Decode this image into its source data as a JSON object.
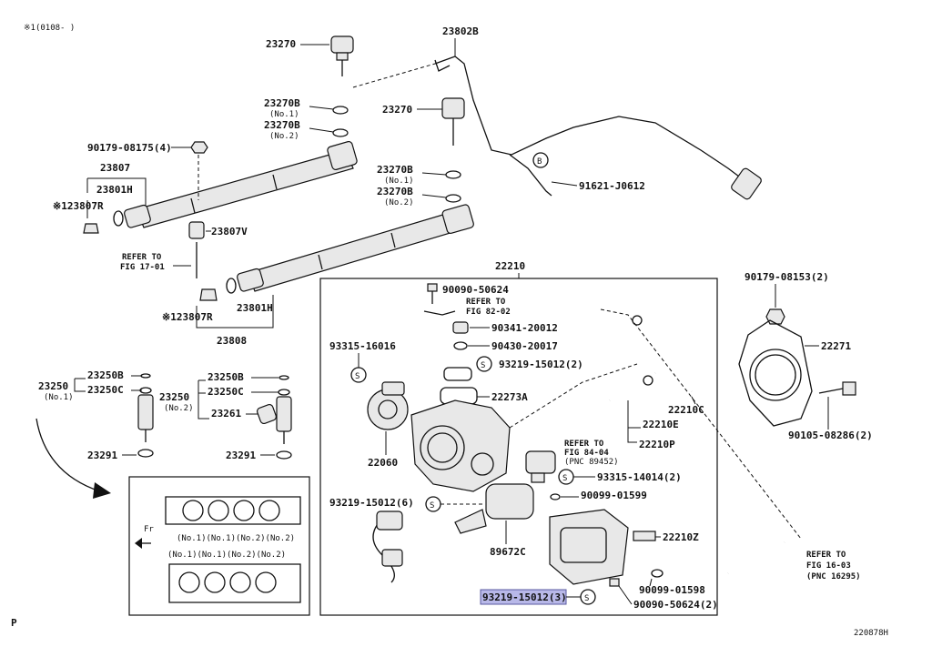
{
  "header": {
    "note": "※1(0108-     )"
  },
  "footer": {
    "corner_mark": "P",
    "diagram_id": "220878H"
  },
  "labels": {
    "l23270a": "23270",
    "l23802b": "23802B",
    "l23270b_no1": "23270B",
    "no1_a": "(No.1)",
    "l23270b_no2": "23270B",
    "no2_a": "(No.2)",
    "l23270c": "23270",
    "l23270b_no1b": "23270B",
    "no1_b": "(No.1)",
    "l23270b_no2b": "23270B",
    "no2_b": "(No.2)",
    "l90179_08175": "90179-08175(4)",
    "l23807": "23807",
    "l23801h_a": "23801H",
    "l23807r_a": "※123807R",
    "l23807v": "23807V",
    "refer17_1": "REFER TO",
    "refer17_2": "FIG 17-01",
    "l23801h_b": "23801H",
    "l23807r_b": "※123807R",
    "l23808": "23808",
    "l91621": "91621-J0612",
    "l22210": "22210",
    "l90090_50624": "90090-50624",
    "refer82_1": "REFER TO",
    "refer82_2": "FIG 82-02",
    "l90341": "90341-20012",
    "l90430": "90430-20017",
    "l93315_16016": "93315-16016",
    "l93219_15012_2": "93219-15012(2)",
    "l22273a": "22273A",
    "l22060": "22060",
    "refer84_1": "REFER TO",
    "refer84_2": "FIG 84-04",
    "refer84_3": "(PNC 89452)",
    "l93315_14014": "93315-14014(2)",
    "l93219_15012_6": "93219-15012(6)",
    "l90099_01599": "90099-01599",
    "l89672c": "89672C",
    "l22210z": "22210Z",
    "l90099_01598": "90099-01598",
    "l93219_15012_3": "93219-15012(3)",
    "l90090_50624_2": "90090-50624(2)",
    "l90179_08153": "90179-08153(2)",
    "l22271": "22271",
    "l22210c": "22210C",
    "l22210e": "22210E",
    "l22210p": "22210P",
    "l90105": "90105-08286(2)",
    "refer16_1": "REFER TO",
    "refer16_2": "FIG 16-03",
    "refer16_3": "(PNC 16295)",
    "l23250_a": "23250",
    "no1_c": "(No.1)",
    "l23250b_a": "23250B",
    "l23250c_a": "23250C",
    "l23291_a": "23291",
    "l23250_b": "23250",
    "no2_c": "(No.2)",
    "l23250b_b": "23250B",
    "l23250c_b": "23250C",
    "l23261": "23261",
    "l23291_b": "23291",
    "fr": "Fr",
    "cyl_top": "(No.1)(No.1)(No.2)(No.2)",
    "cyl_bottom": "(No.1)(No.1)(No.2)(No.2)",
    "s_mark": "S",
    "b_mark": "B"
  },
  "highlight": {
    "part": "93219-15012(3)",
    "color": "#b8b8e8"
  }
}
